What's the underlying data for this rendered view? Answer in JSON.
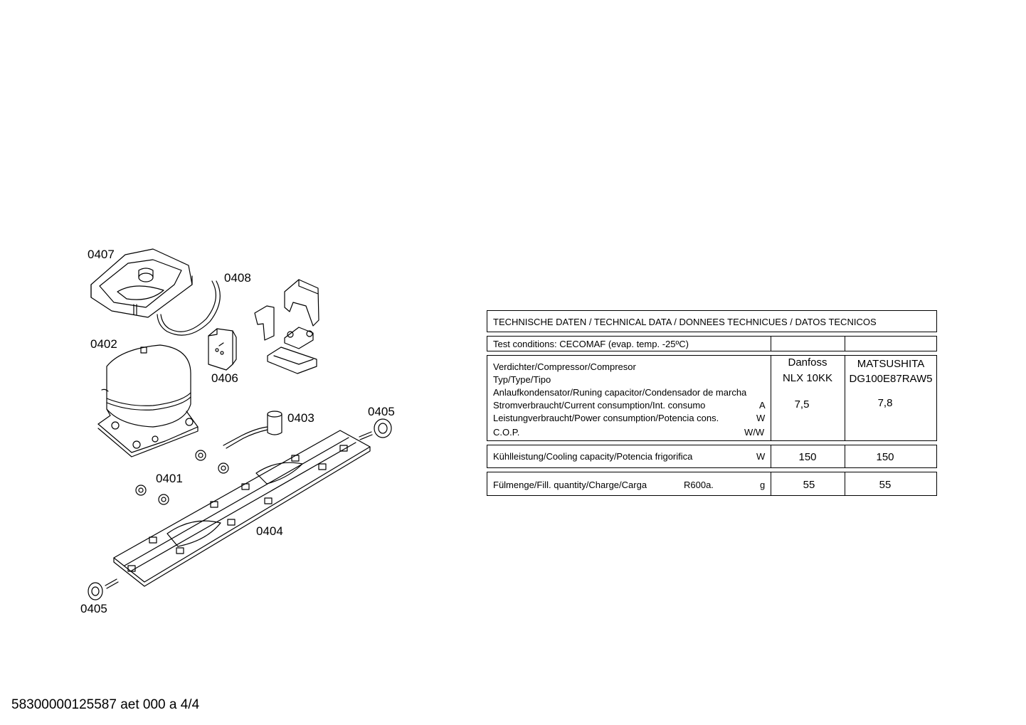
{
  "callouts": {
    "c0407": "0407",
    "c0408": "0408",
    "c0402": "0402",
    "c0406": "0406",
    "c0403": "0403",
    "c0405_top": "0405",
    "c0401": "0401",
    "c0404": "0404",
    "c0405_bottom": "0405"
  },
  "footer": "58300000125587 aet 000 a 4/4",
  "table": {
    "title": "TECHNISCHE DATEN / TECHNICAL DATA / DONNEES TECHNICUES / DATOS TECNICOS",
    "test_conditions": "Test conditions:  CECOMAF (evap. temp. -25ºC)",
    "spec_rows": {
      "compressor": "Verdichter/Compressor/Compresor",
      "type": "Typ/Type/Tipo",
      "capacitor": "Anlaufkondensator/Runing capacitor/Condensador de marcha",
      "current": "Stromverbraucht/Current consumption/Int. consumo",
      "current_unit": "A",
      "power": "Leistungverbraucht/Power consumption/Potencia cons.",
      "power_unit": "W",
      "cop": "C.O.P.",
      "cop_unit": "W/W"
    },
    "col1": {
      "brand": "Danfoss",
      "model": "NLX 10KK",
      "current": "7,5"
    },
    "col2": {
      "brand": "MATSUSHITA",
      "model": "DG100E87RAW5",
      "current": "7,8"
    },
    "cooling": {
      "label": "Kühlleistung/Cooling capacity/Potencia frigorifica",
      "unit": "W",
      "v1": "150",
      "v2": "150"
    },
    "fill": {
      "label": "Fülmenge/Fill. quantity/Charge/Carga",
      "refrigerant": "R600a.",
      "unit": "g",
      "v1": "55",
      "v2": "55"
    }
  }
}
